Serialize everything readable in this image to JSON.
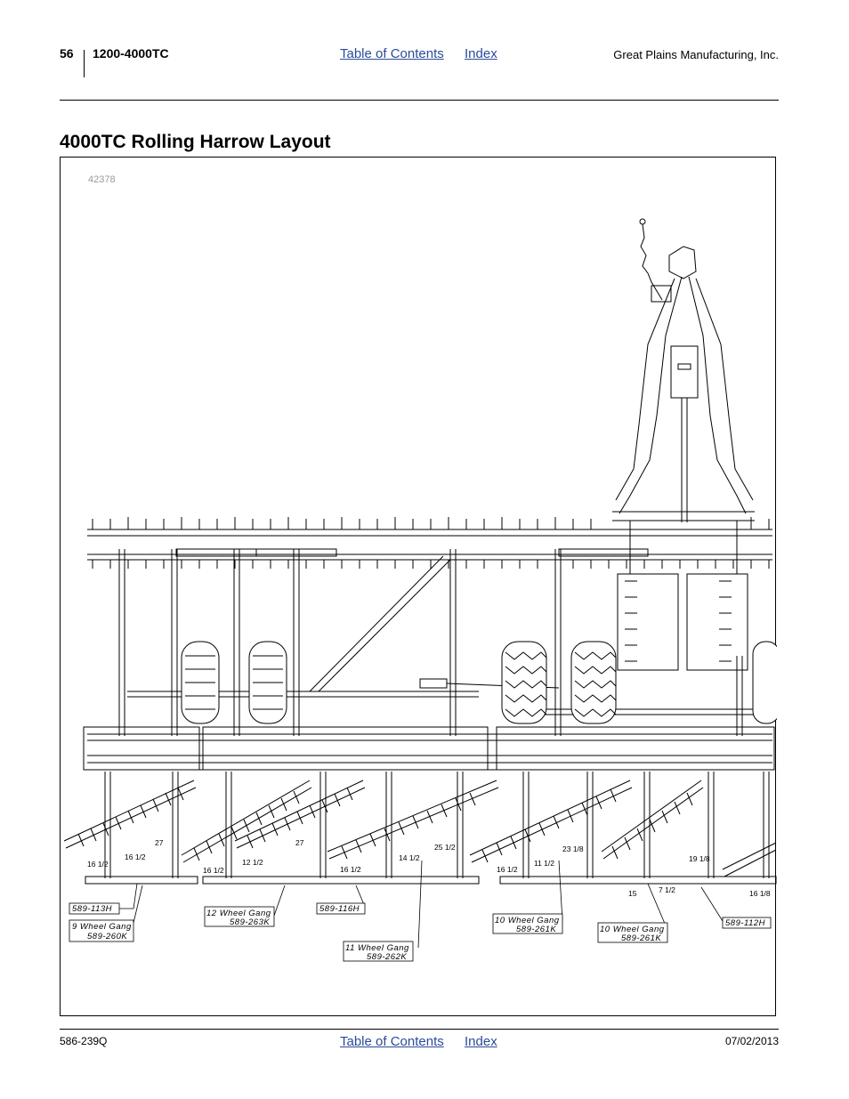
{
  "header": {
    "page_number": "56",
    "model": "1200-4000TC",
    "toc_link": "Table of Contents",
    "index_link": "Index",
    "company": "Great Plains Manufacturing, Inc."
  },
  "title": "4000TC Rolling Harrow Layout",
  "figure": {
    "number": "42378",
    "callouts": [
      {
        "id": "c1",
        "lines": [
          "589-113H"
        ]
      },
      {
        "id": "c2",
        "lines": [
          "9  Wheel  Gang",
          "589-260K"
        ]
      },
      {
        "id": "c3",
        "lines": [
          "12  Wheel  Gang",
          "589-263K"
        ]
      },
      {
        "id": "c4",
        "lines": [
          "589-116H"
        ]
      },
      {
        "id": "c5",
        "lines": [
          "11  Wheel  Gang",
          "589-262K"
        ]
      },
      {
        "id": "c6",
        "lines": [
          "10  Wheel  Gang",
          "589-261K"
        ]
      },
      {
        "id": "c7",
        "lines": [
          "10  Wheel  Gang",
          "589-261K"
        ]
      },
      {
        "id": "c8",
        "lines": [
          "589-112H"
        ]
      }
    ],
    "dimensions": [
      "16 1/2",
      "27",
      "16 1/2",
      "16 1/2",
      "12 1/2",
      "27",
      "16 1/2",
      "14 1/2",
      "25 1/2",
      "16 1/2",
      "11 1/2",
      "23 1/8",
      "19 1/8",
      "15",
      "7 1/2",
      "16 1/8"
    ]
  },
  "footer": {
    "doc_number": "586-239Q",
    "toc_link": "Table of Contents",
    "index_link": "Index",
    "date": "07/02/2013"
  }
}
